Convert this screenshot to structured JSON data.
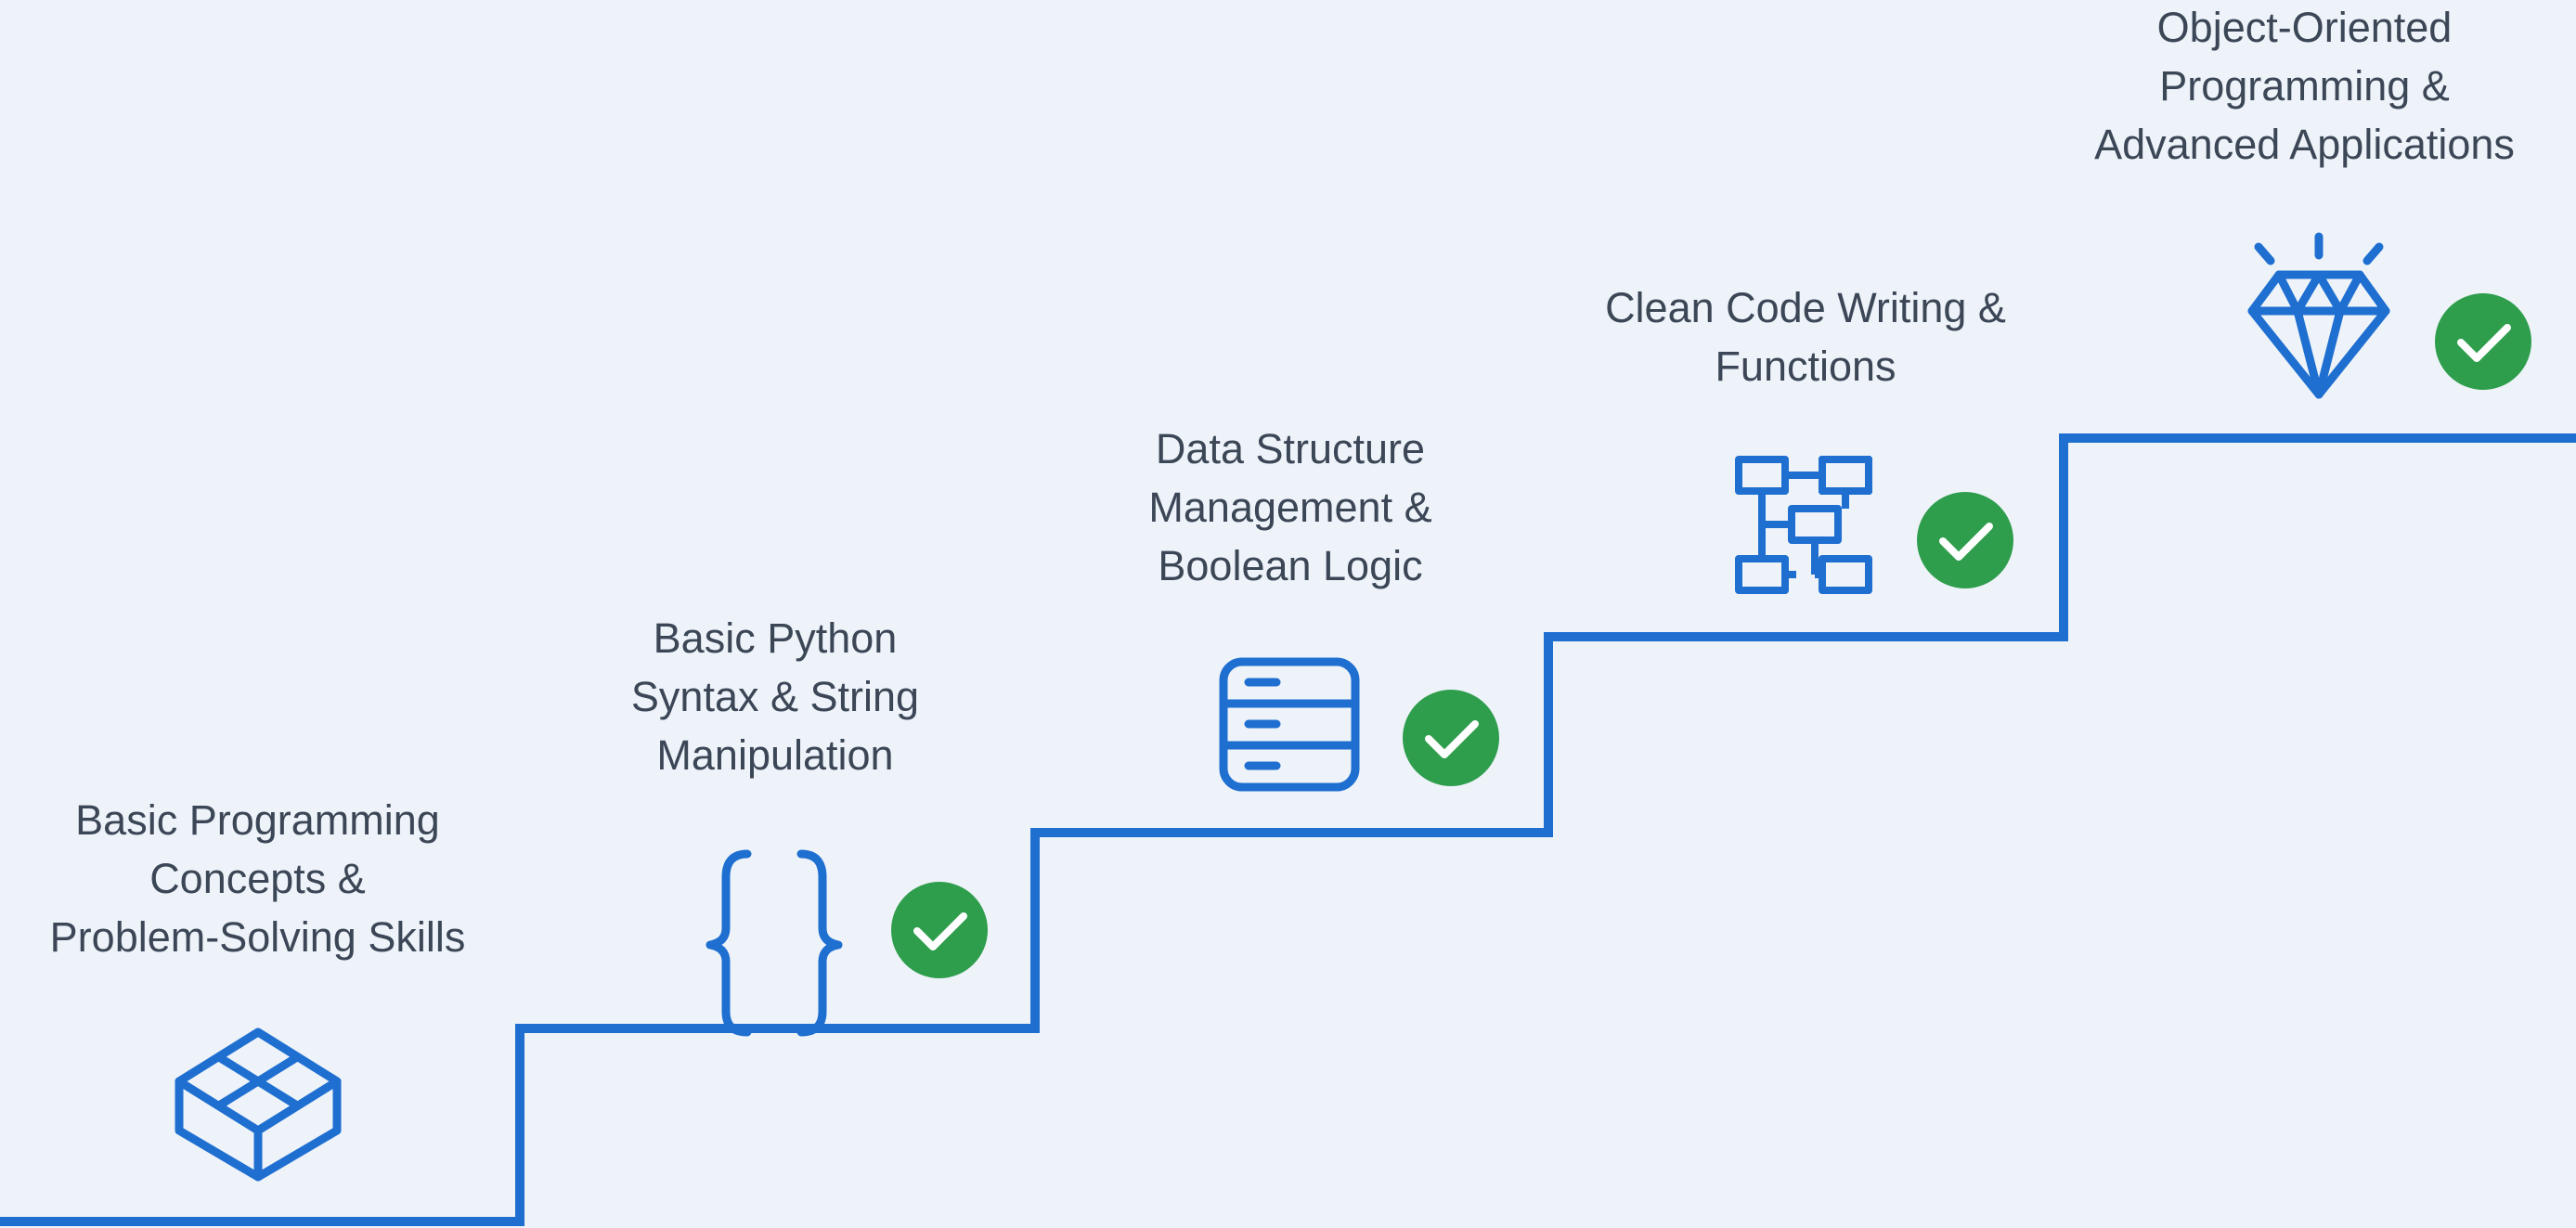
{
  "diagram": {
    "title_fragment": "",
    "colors": {
      "background": "#eef3f9",
      "stair_line": "#1f6fd1",
      "icon": "#1f6fd1",
      "check_badge": "#2e9e4d",
      "text": "#3b4656"
    },
    "steps": [
      {
        "name": "basic-programming",
        "icon": "cube-icon",
        "completed": false,
        "label_lines": [
          "Basic Programming",
          "Concepts &",
          "Problem-Solving Skills"
        ]
      },
      {
        "name": "python-syntax",
        "icon": "curly-braces-icon",
        "completed": true,
        "label_lines": [
          "Basic Python",
          "Syntax & String",
          "Manipulation"
        ]
      },
      {
        "name": "data-structures",
        "icon": "database-icon",
        "completed": true,
        "label_lines": [
          "Data Structure",
          "Management &",
          "Boolean Logic"
        ]
      },
      {
        "name": "clean-code",
        "icon": "flowchart-icon",
        "completed": true,
        "label_lines": [
          "Clean Code Writing &",
          "Functions"
        ]
      },
      {
        "name": "oop",
        "icon": "diamond-icon",
        "completed": true,
        "label_lines": [
          "Object-Oriented",
          "Programming &",
          "Advanced Applications"
        ]
      }
    ]
  }
}
